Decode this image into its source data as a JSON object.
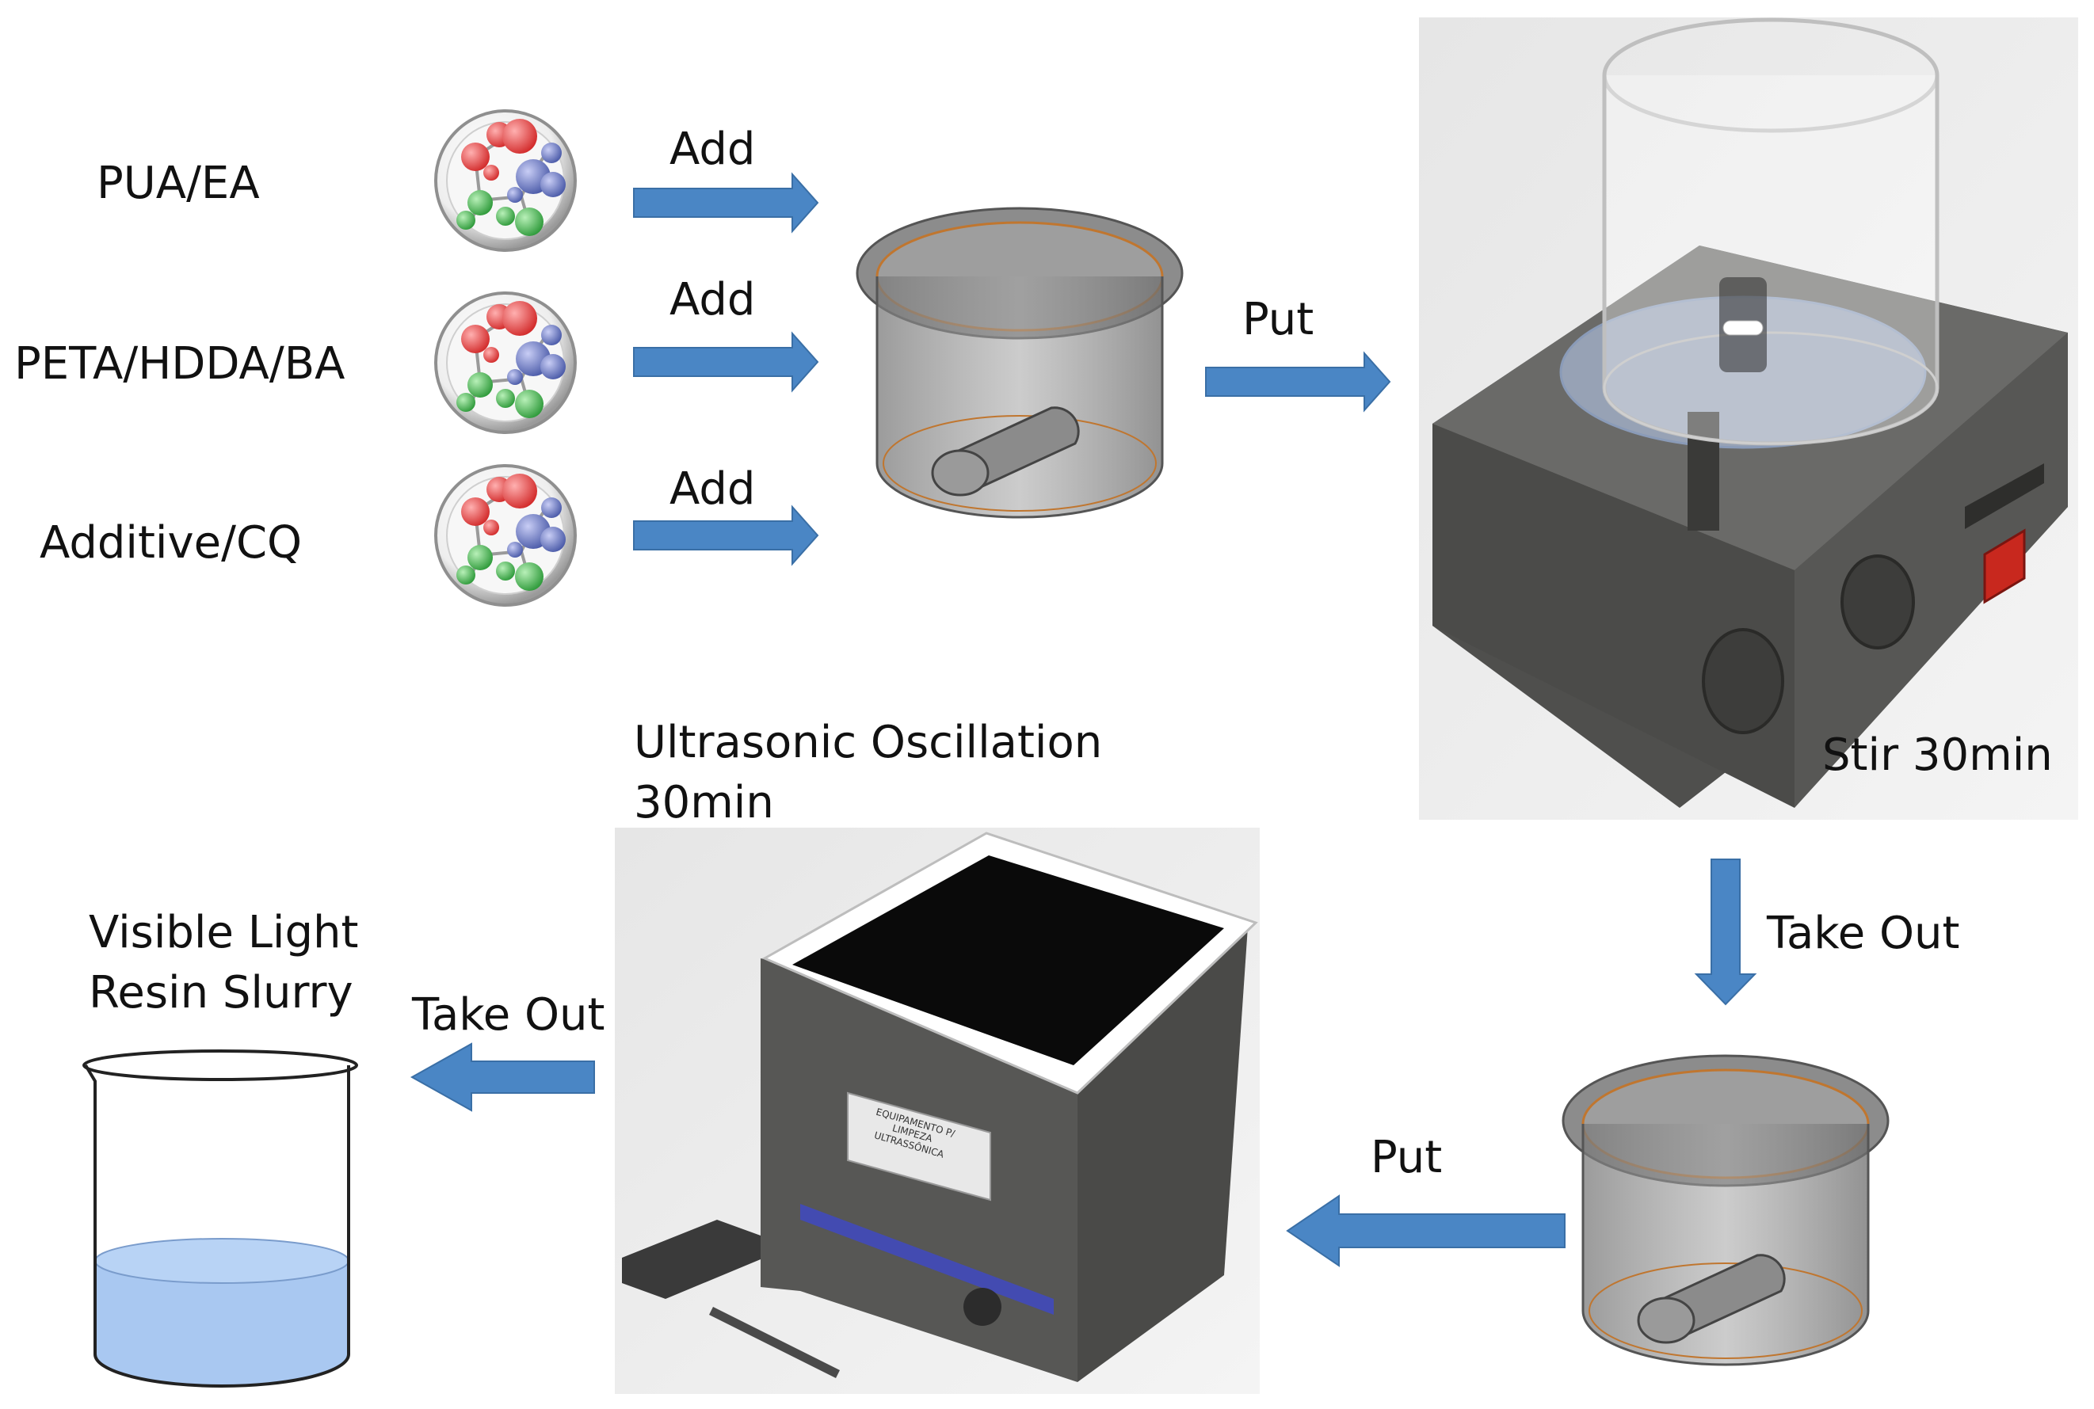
{
  "ingredients": [
    {
      "label": "PUA/EA",
      "action": "Add"
    },
    {
      "label": "PETA/HDDA/BA",
      "action": "Add"
    },
    {
      "label": "Additive/CQ",
      "action": "Add"
    }
  ],
  "steps": {
    "put_1": "Put",
    "stir": "Stir 30min",
    "take_out_1": "Take Out",
    "put_2": "Put",
    "ultrasonic": "Ultrasonic Oscillation\n30min",
    "take_out_2": "Take Out",
    "result": "Visible Light\nResin Slurry"
  },
  "equipment_plate": "EQUIPAMENTO P/\nLIMPEZA\nULTRASSÔNICA",
  "colors": {
    "arrow": "#4a86c5",
    "arrow_stroke": "#3a6fa6",
    "slurry": "#a9c8f1",
    "device_body": "#5a5a58",
    "switch": "#c8281e"
  }
}
